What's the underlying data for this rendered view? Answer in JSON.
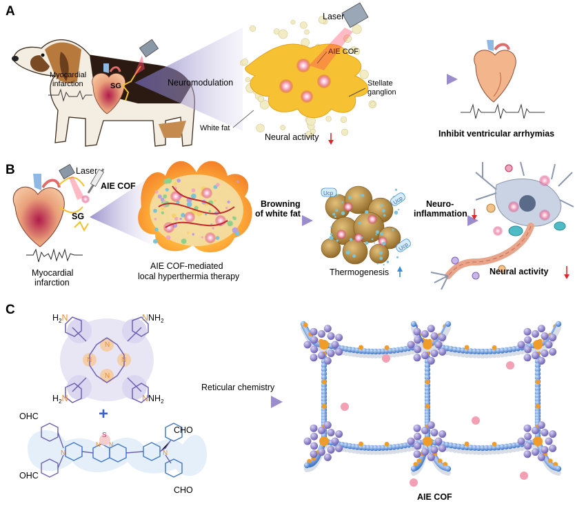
{
  "panels": {
    "a": "A",
    "b": "B",
    "c": "C"
  },
  "panel_a": {
    "laser": "Laser",
    "myocardial_infarction_line1": "Myocardial",
    "myocardial_infarction_line2": "infarction",
    "sg": "SG",
    "neuromodulation": "Neuromodulation",
    "aie_cof": "AIE COF",
    "stellate_line1": "Stellate",
    "stellate_line2": "ganglion",
    "white_fat": "White fat",
    "neural_activity": "Neural activity",
    "inhibit": "Inhibit ventricular arrhymias"
  },
  "panel_b": {
    "laser": "Laser",
    "aie_cof": "AIE COF",
    "sg": "SG",
    "myocardial_line1": "Myocardial",
    "myocardial_line2": "infarction",
    "therapy_line1": "AIE COF-mediated",
    "therapy_line2": "local hyperthermia therapy",
    "browning_line1": "Browning",
    "browning_line2": "of white fat",
    "thermogenesis": "Thermogenesis",
    "neuro_line1": "Neuro-",
    "neuro_line2": "inflammation",
    "neural_activity": "Neural activity",
    "ucp": "Ucp"
  },
  "panel_c": {
    "reticular": "Reticular chemistry",
    "aie_cof": "AIE COF",
    "h2n_tl": "H",
    "nh2_tr": "NH",
    "h2n_bl": "H",
    "nh2_br": "NH",
    "n_label": "N",
    "s_label": "S",
    "two": "2",
    "plus": "+",
    "ohc_top": "OHC",
    "ohc_bottom": "OHC",
    "cho_top": "CHO",
    "cho_bottom": "CHO"
  },
  "colors": {
    "arrow": "#a99bd0",
    "down_arrow": "#e0262a",
    "up_arrow": "#3a8fd6",
    "fat": "#efe8b4",
    "neuron": "#f5c232",
    "cof_blue": "#5a8fd8",
    "cof_purple": "#8e82c8",
    "cof_orange": "#f09c2a"
  }
}
